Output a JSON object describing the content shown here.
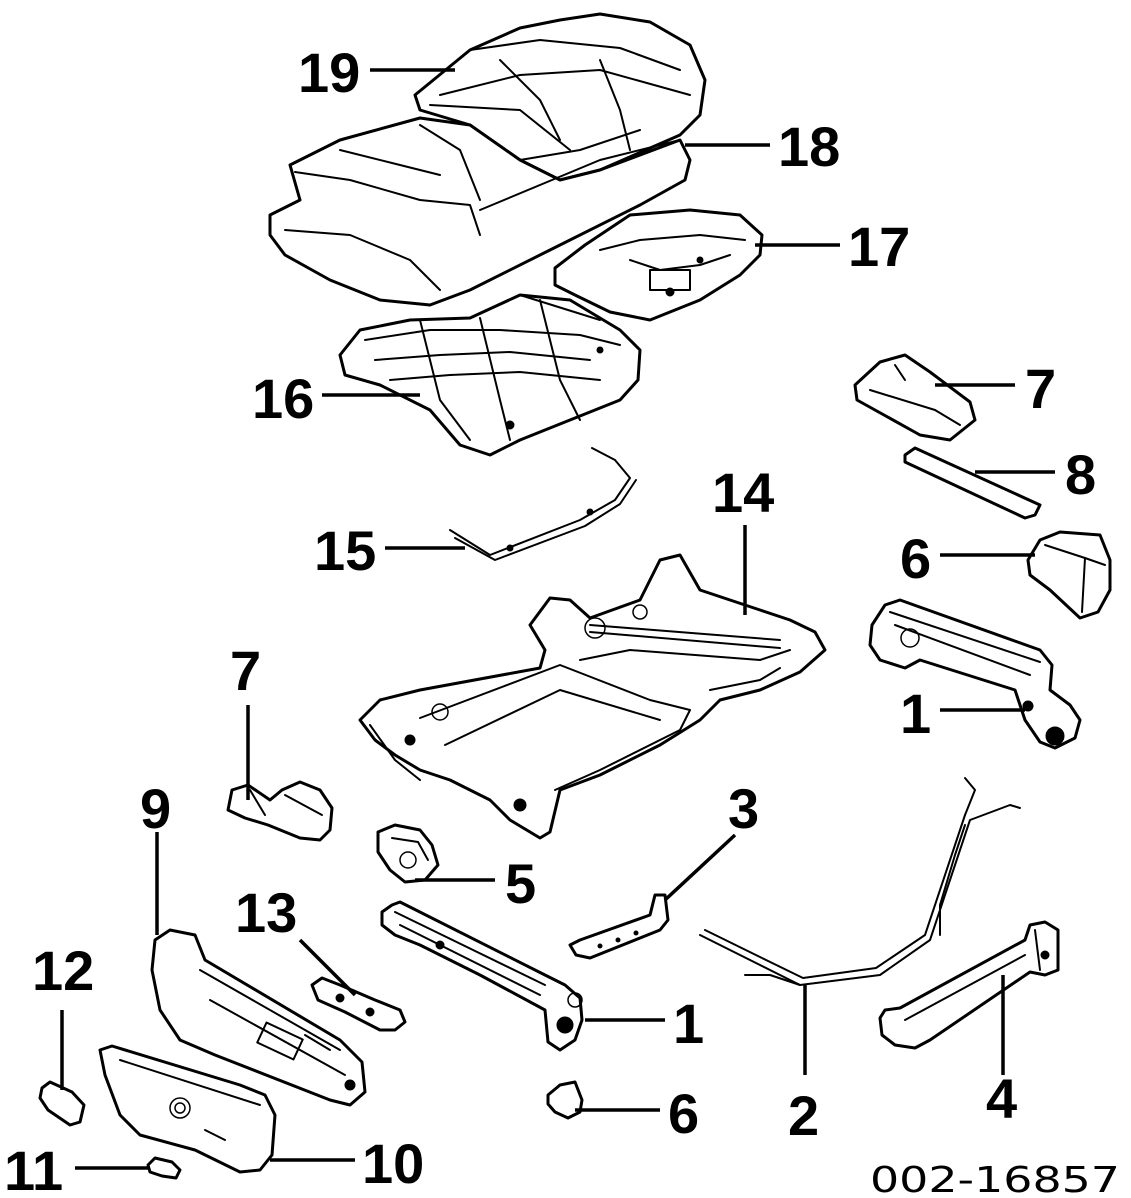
{
  "reference_number": "002-16857",
  "callouts": [
    {
      "id": "c19",
      "label": "19"
    },
    {
      "id": "c18",
      "label": "18"
    },
    {
      "id": "c17",
      "label": "17"
    },
    {
      "id": "c16",
      "label": "16"
    },
    {
      "id": "c7a",
      "label": "7"
    },
    {
      "id": "c8",
      "label": "8"
    },
    {
      "id": "c15",
      "label": "15"
    },
    {
      "id": "c14",
      "label": "14"
    },
    {
      "id": "c6a",
      "label": "6"
    },
    {
      "id": "c1a",
      "label": "1"
    },
    {
      "id": "c7b",
      "label": "7"
    },
    {
      "id": "c9",
      "label": "9"
    },
    {
      "id": "c3",
      "label": "3"
    },
    {
      "id": "c5",
      "label": "5"
    },
    {
      "id": "c13",
      "label": "13"
    },
    {
      "id": "c12",
      "label": "12"
    },
    {
      "id": "c1b",
      "label": "1"
    },
    {
      "id": "c6b",
      "label": "6"
    },
    {
      "id": "c2",
      "label": "2"
    },
    {
      "id": "c4",
      "label": "4"
    },
    {
      "id": "c11",
      "label": "11"
    },
    {
      "id": "c10",
      "label": "10"
    }
  ]
}
